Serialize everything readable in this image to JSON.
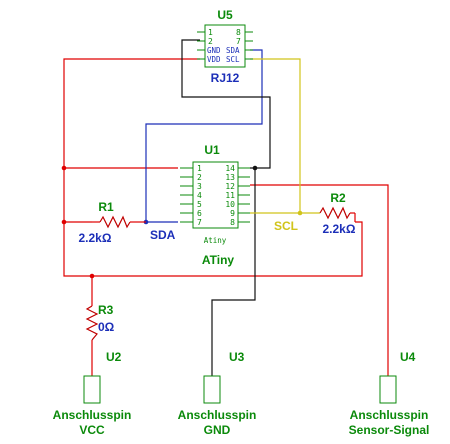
{
  "components": {
    "u5": {
      "ref": "U5",
      "name": "RJ12",
      "pins_left": [
        "1",
        "2",
        "GND",
        "VDD"
      ],
      "pins_right": [
        "8",
        "7",
        "SDA",
        "SCL"
      ]
    },
    "u1": {
      "ref": "U1",
      "name": "ATiny",
      "body_label": "Atiny",
      "pins_left": [
        "1",
        "2",
        "3",
        "4",
        "5",
        "6",
        "7"
      ],
      "pins_right": [
        "14",
        "13",
        "12",
        "11",
        "10",
        "9",
        "8"
      ]
    },
    "r1": {
      "ref": "R1",
      "value": "2.2kΩ"
    },
    "r2": {
      "ref": "R2",
      "value": "2.2kΩ"
    },
    "r3": {
      "ref": "R3",
      "value": "0Ω"
    },
    "u2": {
      "ref": "U2",
      "desc_line1": "Anschlusspin",
      "desc_line2": "VCC"
    },
    "u3": {
      "ref": "U3",
      "desc_line1": "Anschlusspin",
      "desc_line2": "GND"
    },
    "u4": {
      "ref": "U4",
      "desc_line1": "Anschlusspin",
      "desc_line2": "Sensor-Signal"
    }
  },
  "nets": {
    "sda": "SDA",
    "scl": "SCL"
  },
  "colors": {
    "vcc": "#e00000",
    "sda": "#1c2fb8",
    "gnd": "#111111",
    "scl": "#d1c41a",
    "component": "#0b8a0b"
  }
}
